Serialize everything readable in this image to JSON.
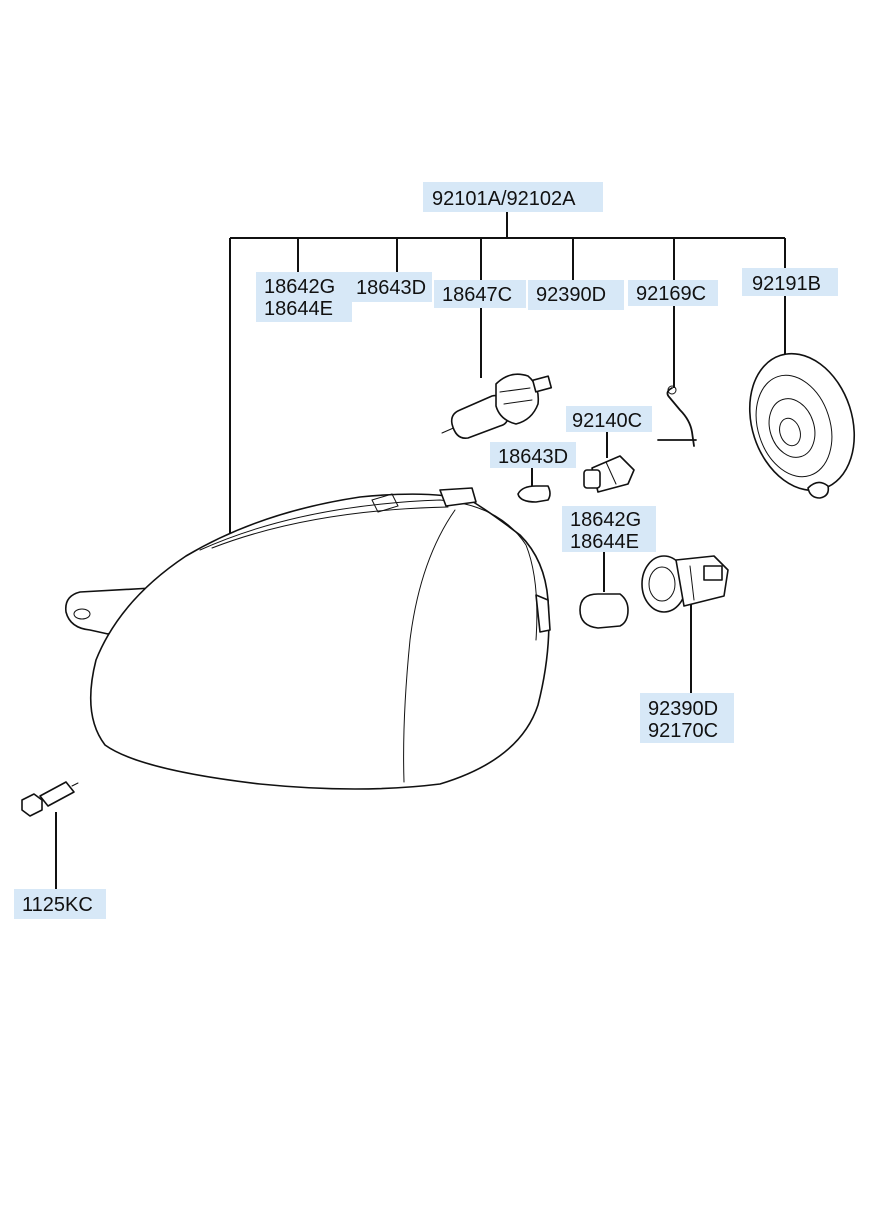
{
  "labels": {
    "assembly": "92101A/92102A",
    "bulb_18642g_top": "18642G",
    "bulb_18644e_top": "18644E",
    "bulb_18643d_top": "18643D",
    "bulb_18647c": "18647C",
    "socket_92390d_top": "92390D",
    "spring_92169c": "92169C",
    "cap_92191b": "92191B",
    "socket_92140c": "92140C",
    "bulb_18643d_mid": "18643D",
    "bulb_18642g_mid": "18642G",
    "bulb_18644e_mid": "18644E",
    "socket_92390d_bottom": "92390D",
    "socket_92170c_bottom": "92170C",
    "screw_1125kc": "1125KC"
  }
}
